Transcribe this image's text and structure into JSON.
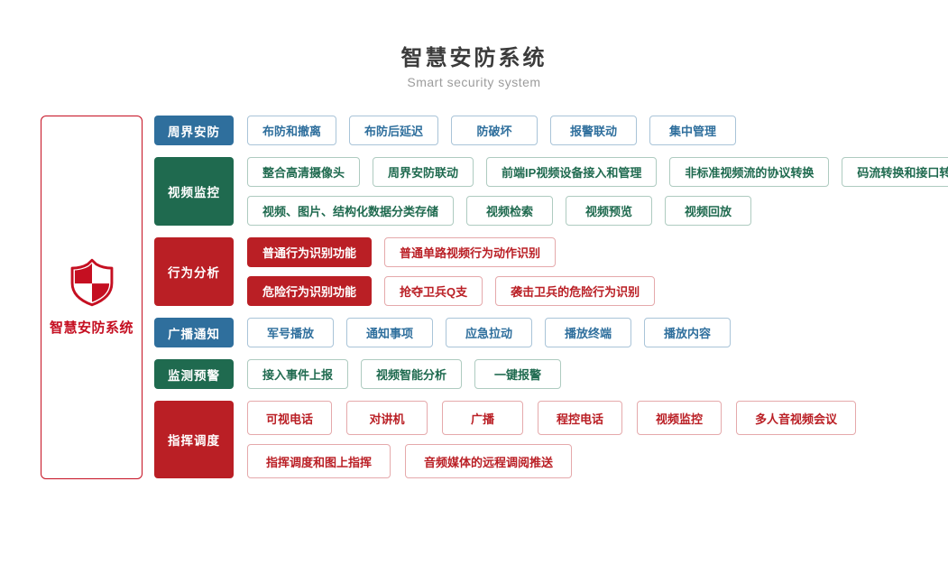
{
  "header": {
    "title": "智慧安防系统",
    "subtitle": "Smart security system"
  },
  "root": {
    "label": "智慧安防系统",
    "icon": "shield-checker-icon",
    "color": "#c50f21"
  },
  "colors": {
    "blue": {
      "main": "#2f6f9d",
      "light": "#a9c4d8"
    },
    "green": {
      "main": "#1f6a4f",
      "light": "#aecbc0"
    },
    "red": {
      "main": "#ba1f25",
      "light": "#e5a9ab"
    }
  },
  "rows": [
    {
      "category": "周界安防",
      "color": "blue",
      "big": false,
      "lines": [
        [
          {
            "label": "布防和撤离",
            "variant": "outline"
          },
          {
            "label": "布防后延迟",
            "variant": "outline"
          },
          {
            "label": "防破坏",
            "variant": "outline"
          },
          {
            "label": "报警联动",
            "variant": "outline"
          },
          {
            "label": "集中管理",
            "variant": "outline"
          }
        ]
      ]
    },
    {
      "category": "视频监控",
      "color": "green",
      "big": false,
      "lines": [
        [
          {
            "label": "整合高清摄像头",
            "variant": "outline"
          },
          {
            "label": "周界安防联动",
            "variant": "outline"
          },
          {
            "label": "前端IP视频设备接入和管理",
            "variant": "outline"
          },
          {
            "label": "非标准视频流的协议转换",
            "variant": "outline"
          },
          {
            "label": "码流转换和接口转换",
            "variant": "outline"
          }
        ],
        [
          {
            "label": "视频、图片、结构化数据分类存储",
            "variant": "outline"
          },
          {
            "label": "视频检索",
            "variant": "outline"
          },
          {
            "label": "视频预览",
            "variant": "outline"
          },
          {
            "label": "视频回放",
            "variant": "outline"
          }
        ]
      ]
    },
    {
      "category": "行为分析",
      "color": "red",
      "big": false,
      "lines": [
        [
          {
            "label": "普通行为识别功能",
            "variant": "filled"
          },
          {
            "label": "普通单路视频行为动作识别",
            "variant": "outline"
          }
        ],
        [
          {
            "label": "危险行为识别功能",
            "variant": "filled"
          },
          {
            "label": "抢夺卫兵Q支",
            "variant": "outline"
          },
          {
            "label": "袭击卫兵的危险行为识别",
            "variant": "outline"
          }
        ]
      ]
    },
    {
      "category": "广播通知",
      "color": "blue",
      "big": false,
      "lines": [
        [
          {
            "label": "军号播放",
            "variant": "outline"
          },
          {
            "label": "通知事项",
            "variant": "outline"
          },
          {
            "label": "应急拉动",
            "variant": "outline"
          },
          {
            "label": "播放终端",
            "variant": "outline"
          },
          {
            "label": "播放内容",
            "variant": "outline"
          }
        ]
      ]
    },
    {
      "category": "监测预警",
      "color": "green",
      "big": false,
      "lines": [
        [
          {
            "label": "接入事件上报",
            "variant": "outline"
          },
          {
            "label": "视频智能分析",
            "variant": "outline"
          },
          {
            "label": "一键报警",
            "variant": "outline"
          }
        ]
      ]
    },
    {
      "category": "指挥调度",
      "color": "red",
      "big": true,
      "lines": [
        [
          {
            "label": "可视电话",
            "variant": "outline"
          },
          {
            "label": "对讲机",
            "variant": "outline"
          },
          {
            "label": "广播",
            "variant": "outline"
          },
          {
            "label": "程控电话",
            "variant": "outline"
          },
          {
            "label": "视频监控",
            "variant": "outline"
          },
          {
            "label": "多人音视频会议",
            "variant": "outline"
          }
        ],
        [
          {
            "label": "指挥调度和图上指挥",
            "variant": "outline"
          },
          {
            "label": "音频媒体的远程调阅推送",
            "variant": "outline"
          }
        ]
      ]
    }
  ]
}
